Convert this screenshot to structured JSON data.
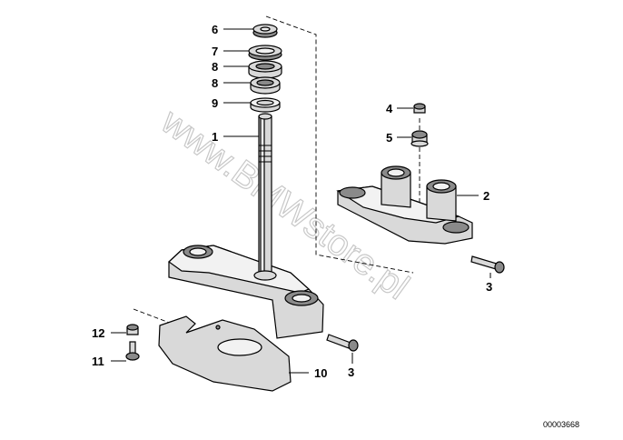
{
  "diagram": {
    "watermark": "www.BMWstore.pl",
    "document_id": "00003668",
    "callouts": {
      "c6": "6",
      "c7": "7",
      "c8a": "8",
      "c8b": "8",
      "c9": "9",
      "c1": "1",
      "c4": "4",
      "c5": "5",
      "c2": "2",
      "c3a": "3",
      "c3b": "3",
      "c12": "12",
      "c11": "11",
      "c10": "10"
    }
  }
}
